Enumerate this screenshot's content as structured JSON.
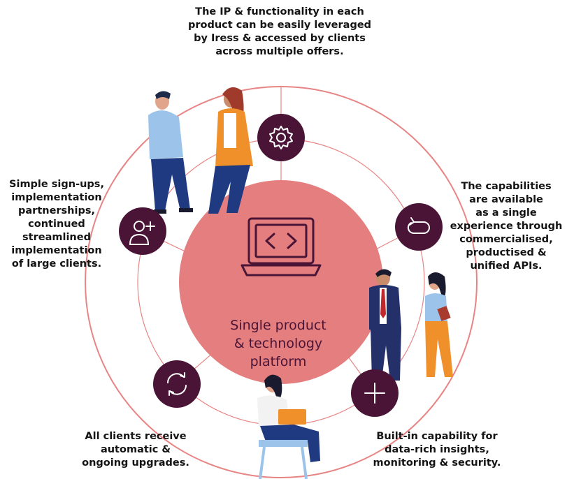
{
  "center": {
    "title_lines": [
      "Single product",
      "& technology",
      "platform"
    ],
    "icon": "laptop-code-icon"
  },
  "nodes": [
    {
      "id": "top",
      "icon": "gear-icon",
      "caption_lines": [
        "The IP & functionality in each",
        "product can be easily leveraged",
        "by Iress & accessed by clients",
        "across multiple offers."
      ]
    },
    {
      "id": "right",
      "icon": "refresh-arrow-icon",
      "caption_lines": [
        "The capabilities",
        "are available",
        "as a single",
        "experience through",
        "commercialised,",
        "productised &",
        "unified APIs."
      ]
    },
    {
      "id": "bottom-right",
      "icon": "plus-icon",
      "caption_lines": [
        "Built-in capability for",
        "data-rich insights,",
        "monitoring & security."
      ]
    },
    {
      "id": "bottom-left",
      "icon": "sync-icon",
      "caption_lines": [
        "All clients receive",
        "automatic &",
        "ongoing upgrades."
      ]
    },
    {
      "id": "left",
      "icon": "add-user-icon",
      "caption_lines": [
        "Simple sign-ups,",
        "implementation",
        "partnerships,",
        "continued",
        "streamlined",
        "implementation",
        "of large clients."
      ]
    }
  ],
  "colors": {
    "center_fill": "#e57f7f",
    "ring_stroke": "#e88484",
    "node_fill": "#4a1436",
    "icon_stroke": "#ffffff",
    "center_icon_stroke": "#4a1436"
  }
}
